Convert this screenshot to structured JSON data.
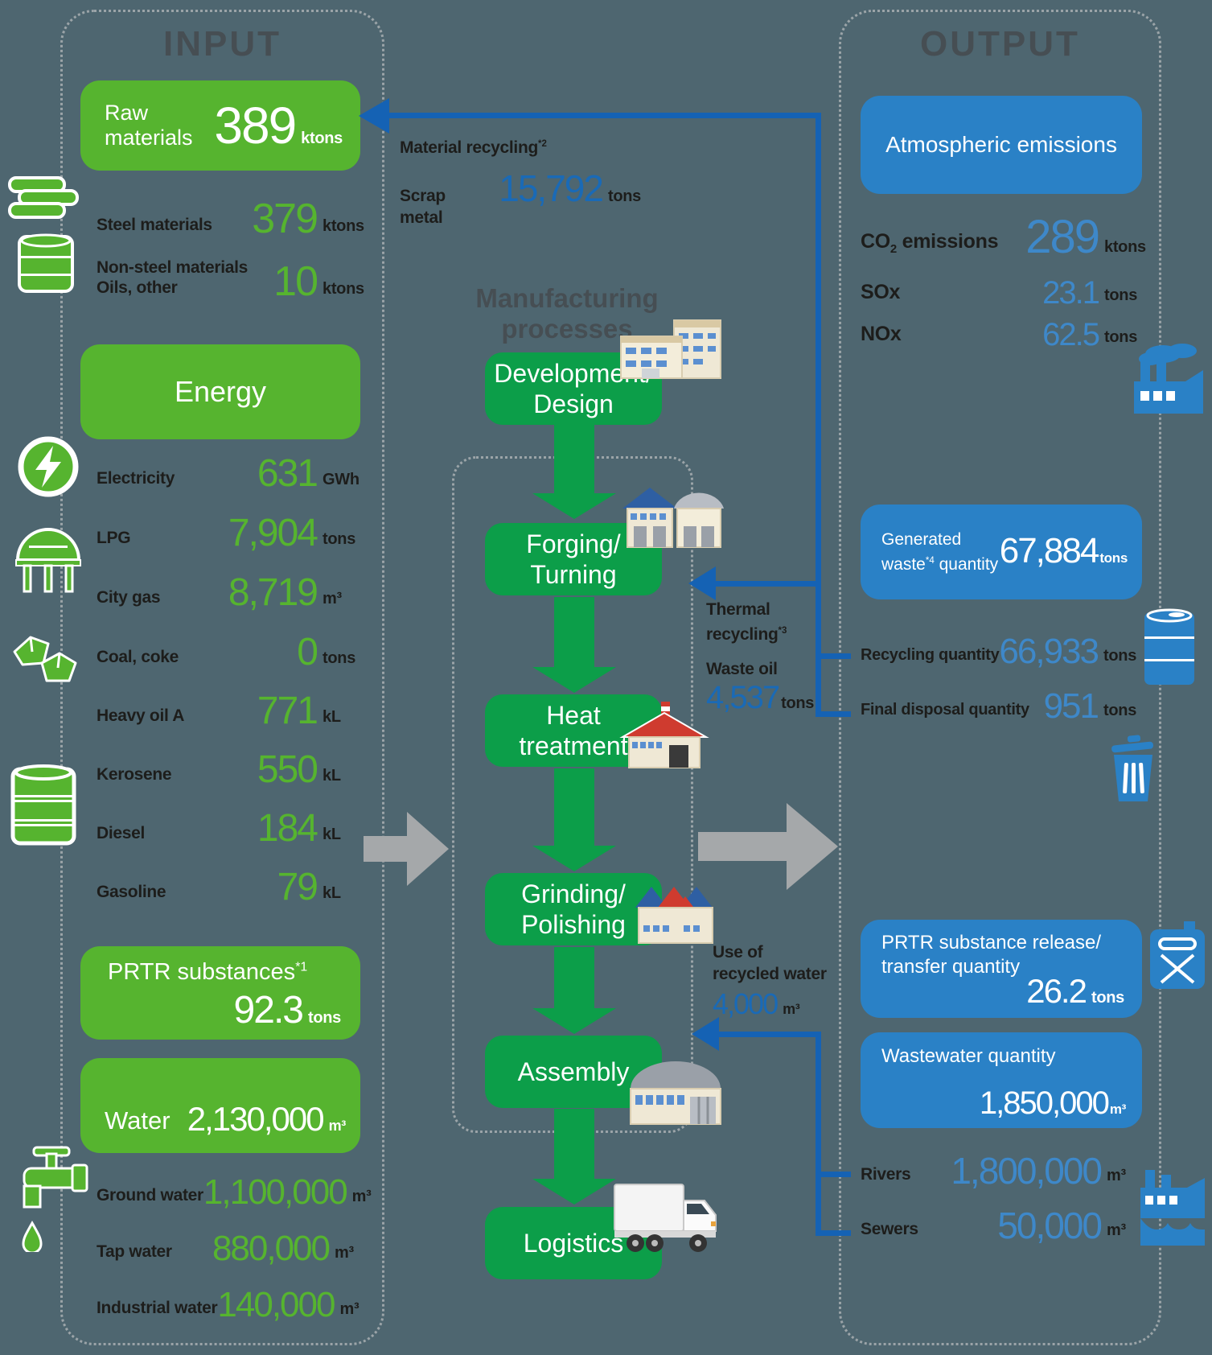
{
  "headings": {
    "input": "INPUT",
    "output": "OUTPUT",
    "manufacturing": "Manufacturing processes"
  },
  "input": {
    "raw_box": {
      "label1": "Raw",
      "label2": "materials",
      "value": "389",
      "unit": "ktons"
    },
    "raw_rows": [
      {
        "label": "Steel materials",
        "value": "379",
        "unit": "ktons"
      },
      {
        "label1": "Non-steel materials",
        "label2": "Oils, other",
        "value": "10",
        "unit": "ktons"
      }
    ],
    "energy_box": {
      "label": "Energy"
    },
    "energy_rows": [
      {
        "label": "Electricity",
        "value": "631",
        "unit": "GWh"
      },
      {
        "label": "LPG",
        "value": "7,904",
        "unit": "tons"
      },
      {
        "label": "City gas",
        "value": "8,719",
        "unit": "m³"
      },
      {
        "label": "Coal, coke",
        "value": "0",
        "unit": "tons"
      },
      {
        "label": "Heavy oil A",
        "value": "771",
        "unit": "kL"
      },
      {
        "label": "Kerosene",
        "value": "550",
        "unit": "kL"
      },
      {
        "label": "Diesel",
        "value": "184",
        "unit": "kL"
      },
      {
        "label": "Gasoline",
        "value": "79",
        "unit": "kL"
      }
    ],
    "prtr_box": {
      "label": "PRTR substances",
      "note": "*1",
      "value": "92.3",
      "unit": "tons"
    },
    "water_box": {
      "label": "Water",
      "value": "2,130,000",
      "unit": "m³"
    },
    "water_rows": [
      {
        "label": "Ground water",
        "value": "1,100,000",
        "unit": "m³"
      },
      {
        "label": "Tap water",
        "value": "880,000",
        "unit": "m³"
      },
      {
        "label": "Industrial water",
        "value": "140,000",
        "unit": "m³"
      }
    ]
  },
  "middle": {
    "material_recycling": {
      "title": "Material recycling",
      "note": "*2",
      "label": "Scrap metal",
      "value": "15,792",
      "unit": "tons"
    },
    "processes": [
      {
        "line1": "Development/",
        "line2": "Design"
      },
      {
        "line1": "Forging/",
        "line2": "Turning"
      },
      {
        "line1": "Heat",
        "line2": "treatment"
      },
      {
        "line1": "Grinding/",
        "line2": "Polishing"
      },
      {
        "line1": "Assembly",
        "line2": ""
      },
      {
        "line1": "Logistics",
        "line2": ""
      }
    ],
    "thermal_recycling": {
      "title1": "Thermal",
      "title2": "recycling",
      "note": "*3",
      "label": "Waste oil",
      "value": "4,537",
      "unit": "tons"
    },
    "recycled_water": {
      "label1": "Use of",
      "label2": "recycled water",
      "value": "4,000",
      "unit": "m³"
    }
  },
  "output": {
    "atmospheric_box": {
      "label": "Atmospheric emissions"
    },
    "co2_row": {
      "label_pre": "CO",
      "sub": "2",
      "label_post": "emissions",
      "value": "289",
      "unit": "ktons"
    },
    "air_rows": [
      {
        "label": "SOx",
        "value": "23.1",
        "unit": "tons"
      },
      {
        "label": "NOx",
        "value": "62.5",
        "unit": "tons"
      }
    ],
    "generated_waste_box": {
      "label1": "Generated",
      "label2a": "waste",
      "note": "*4",
      "label2b": "quantity",
      "value": "67,884",
      "unit": "tons"
    },
    "waste_rows": [
      {
        "label": "Recycling quantity",
        "value": "66,933",
        "unit": "tons"
      },
      {
        "label": "Final disposal quantity",
        "value": "951",
        "unit": "tons"
      }
    ],
    "prtr_release_box": {
      "label1": "PRTR substance release/",
      "label2": "transfer quantity",
      "value": "26.2",
      "unit": "tons"
    },
    "wastewater_box": {
      "label": "Wastewater quantity",
      "value": "1,850,000",
      "unit": "m³"
    },
    "discharge_rows": [
      {
        "label": "Rivers",
        "value": "1,800,000",
        "unit": "m³"
      },
      {
        "label": "Sewers",
        "value": "50,000",
        "unit": "m³"
      }
    ]
  },
  "icons": [
    "pipes-icon",
    "barrel-icon",
    "electricity-icon",
    "lpg-tank-icon",
    "coal-icon",
    "oil-drum-icon",
    "faucet-icon",
    "office-building-icon",
    "factory-icon",
    "heat-plant-icon",
    "sawtooth-factory-icon",
    "warehouse-icon",
    "truck-icon",
    "emissions-factory-icon",
    "waste-barrel-icon",
    "trash-bin-icon",
    "jerry-can-icon",
    "wastewater-factory-icon"
  ],
  "colors": {
    "background": "#4e6670",
    "green": "#56b42f",
    "dark_green": "#0c9e49",
    "blue": "#2a81c6",
    "line_blue": "#1562b4",
    "mid_num_blue": "#1a6ab6",
    "light_num_blue": "#3e88c9",
    "text_dark": "#1d1d1b",
    "heading_gray": "#45494d",
    "dot_gray": "#9ba4a8",
    "arrow_gray": "#a5a8aa"
  }
}
